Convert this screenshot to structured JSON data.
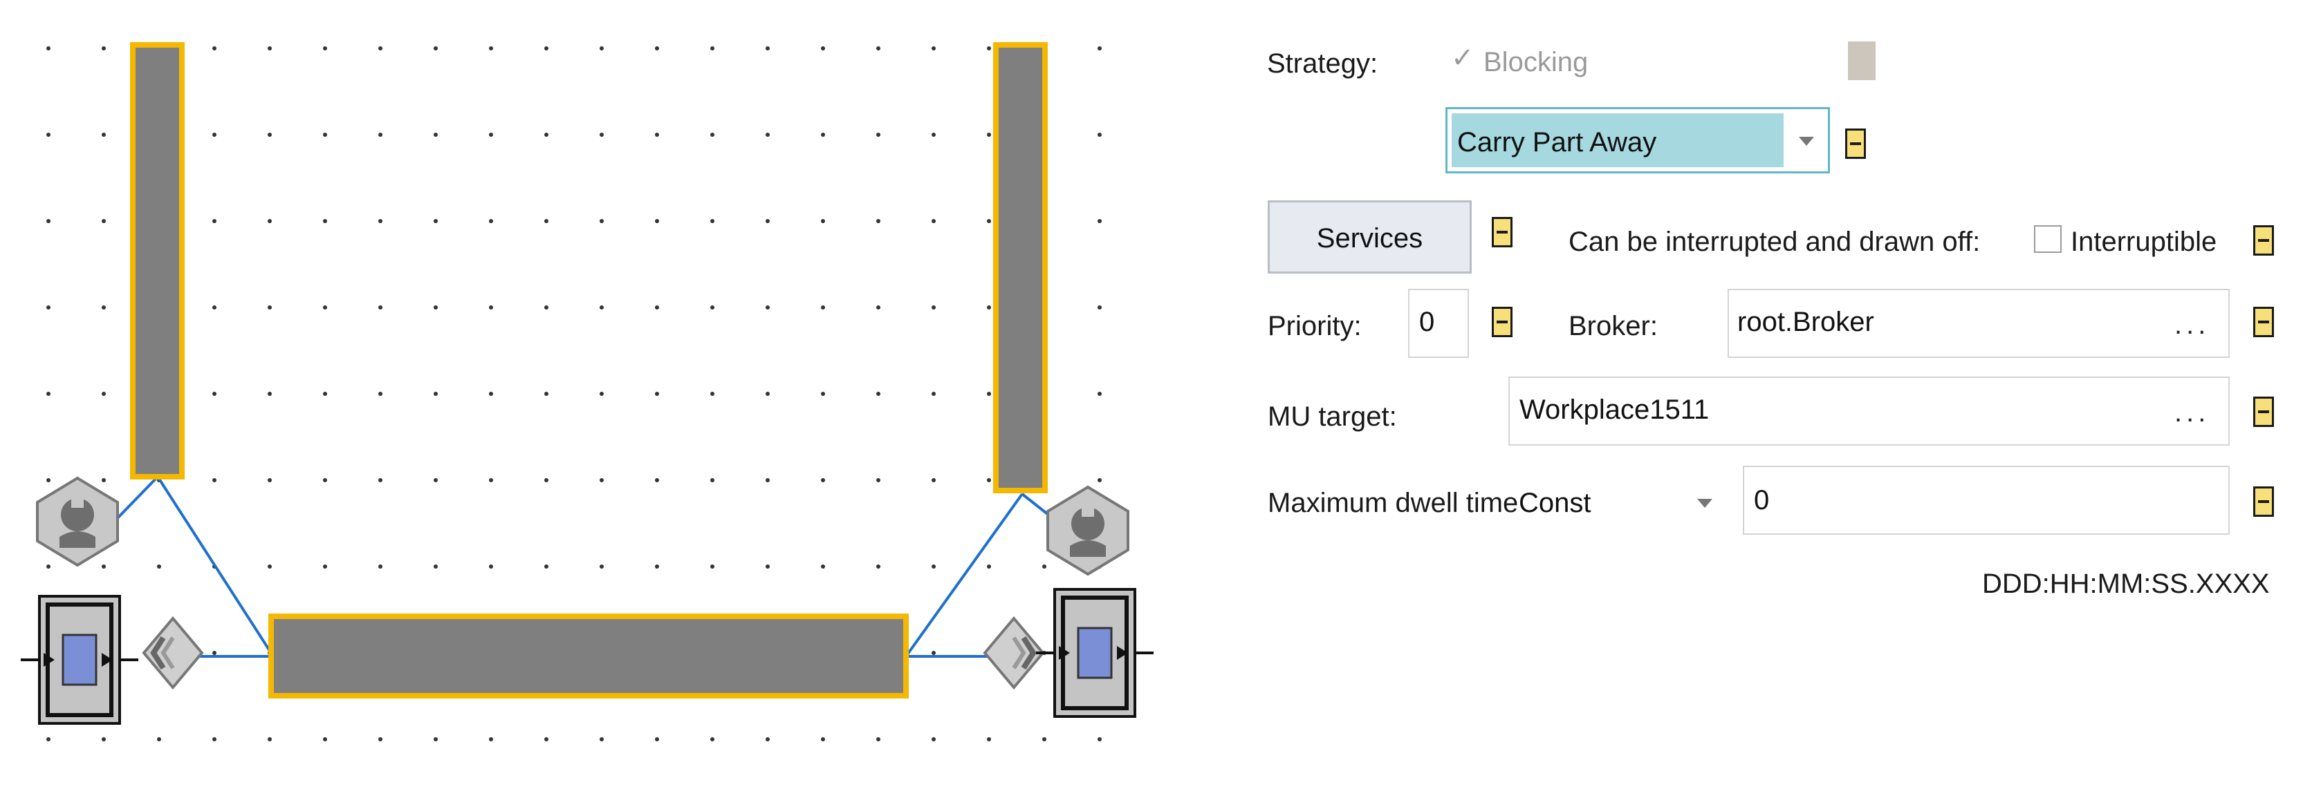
{
  "properties": {
    "strategy_label": "Strategy:",
    "blocking_checkbox_label": "Blocking",
    "blocking_checked": true,
    "strategy_value": "Carry Part Away",
    "services_label": "Services",
    "interruptible_text": "Can be interrupted and drawn off:",
    "interruptible_checkbox_label": "Interruptible",
    "interruptible_checked": false,
    "priority_label": "Priority:",
    "priority_value": "0",
    "broker_label": "Broker:",
    "broker_value": "root.Broker",
    "mu_target_label": "MU target:",
    "mu_target_value": "Workplace1511",
    "max_dwell_label": "Maximum dwell time",
    "dwell_distribution": "Const",
    "dwell_value": "0",
    "time_format": "DDD:HH:MM:SS.XXXX",
    "browse_ellipsis": "..."
  },
  "colors": {
    "selection_outline": "#f5b800",
    "conveyor_fill": "#7f7f7f",
    "connector_line": "#1e6fd0",
    "combo_highlight": "#a6d8e0",
    "minus_button": "#f7df7a",
    "station_inner": "#7b8fd6"
  },
  "icons": {
    "worker_icon": "wrench-person-icon",
    "station_icon": "station-icon",
    "broker_link_icon": "diamond-connector-icon"
  }
}
